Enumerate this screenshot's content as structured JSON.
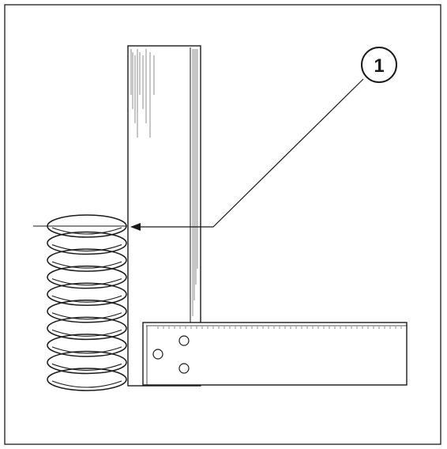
{
  "callouts": [
    {
      "label": "1"
    }
  ],
  "colors": {
    "ink": "#1a1a1a",
    "paper": "#ffffff",
    "hatch": "#444444"
  },
  "spring": {
    "coil_count": 10
  },
  "bracket": {
    "hole_count": 3
  }
}
